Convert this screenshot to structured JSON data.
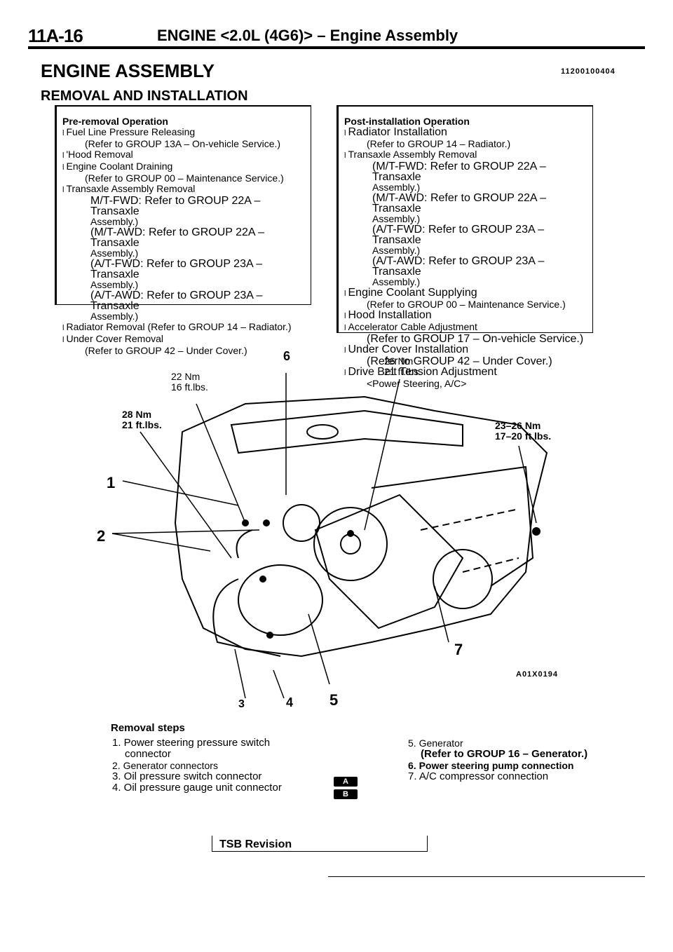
{
  "header": {
    "code": "11A-16",
    "title": "ENGINE <2.0L (4G6)> – Engine Assembly"
  },
  "section": {
    "title": "ENGINE ASSEMBLY",
    "code": "11200100404",
    "subtitle": "REMOVAL AND INSTALLATION"
  },
  "pre_removal": {
    "heading_bold": "Pre-removal",
    "heading_rest": " Operation",
    "lines": [
      {
        "text": "Fuel Line Pressure Releasing",
        "lvl": "b"
      },
      {
        "text": "(Refer to GROUP 13A – On-vehicle Service.)",
        "lvl": "i"
      },
      {
        "text": "'Hood Removal",
        "lvl": "b"
      },
      {
        "text": "Engine Coolant Draining",
        "lvl": "b"
      },
      {
        "text": "(Refer to GROUP 00 – Maintenance Service.)",
        "lvl": "i"
      },
      {
        "text": "Transaxle Assembly Removal",
        "lvl": "b"
      },
      {
        "text": "M/T-FWD: Refer to GROUP 22A – Transaxle",
        "lvl": "s",
        "big": true
      },
      {
        "text": "Assembly.)",
        "lvl": "s"
      },
      {
        "text": "(M/T-AWD: Refer to GROUP 22A – Transaxle",
        "lvl": "s",
        "big": true
      },
      {
        "text": "Assembly.)",
        "lvl": "s"
      },
      {
        "text": "(A/T-FWD: Refer to GROUP 23A – Transaxle",
        "lvl": "s",
        "big": true
      },
      {
        "text": "Assembly.)",
        "lvl": "s"
      },
      {
        "text": "(A/T-AWD: Refer to GROUP 23A – Transaxle",
        "lvl": "s",
        "big": true
      },
      {
        "text": "Assembly.)",
        "lvl": "s"
      },
      {
        "text": "Radiator Removal (Refer to GROUP 14 – Radiator.)",
        "lvl": "b"
      },
      {
        "text": "Under Cover Removal",
        "lvl": "b"
      },
      {
        "text": "(Refer to GROUP 42 – Under Cover.)",
        "lvl": "i"
      }
    ]
  },
  "post_installation": {
    "heading_bold": "Post-installation",
    "heading_rest": " Operation",
    "lines": [
      {
        "text": "Radiator Installation",
        "lvl": "b",
        "big": true
      },
      {
        "text": "(Refer to GROUP 14 – Radiator.)",
        "lvl": "i"
      },
      {
        "text": "Transaxle Assembly Removal",
        "lvl": "b"
      },
      {
        "text": "(M/T-FWD: Refer to GROUP 22A – Transaxle",
        "lvl": "s",
        "big": true
      },
      {
        "text": "Assembly.)",
        "lvl": "s"
      },
      {
        "text": "(M/T-AWD: Refer to GROUP 22A – Transaxle",
        "lvl": "s",
        "big": true
      },
      {
        "text": "Assembly.)",
        "lvl": "s"
      },
      {
        "text": "(A/T-FWD: Refer to GROUP 23A – Transaxle",
        "lvl": "s",
        "big": true
      },
      {
        "text": "Assembly.)",
        "lvl": "s"
      },
      {
        "text": "(A/T-AWD: Refer to GROUP 23A – Transaxle",
        "lvl": "s",
        "big": true
      },
      {
        "text": "Assembly.)",
        "lvl": "s"
      },
      {
        "text": "Engine Coolant Supplying",
        "lvl": "b",
        "big": true
      },
      {
        "text": "(Refer to GROUP 00 – Maintenance Service.)",
        "lvl": "i"
      },
      {
        "text": "Hood Installation",
        "lvl": "b",
        "big": true
      },
      {
        "text": "Accelerator Cable Adjustment",
        "lvl": "b"
      },
      {
        "text": "(Refer to GROUP 17 – On-vehicle Service.)",
        "lvl": "i",
        "big": true
      },
      {
        "text": "Under Cover Installation",
        "lvl": "b",
        "big": true
      },
      {
        "text": "(Refer to GROUP 42 – Under Cover.)",
        "lvl": "i",
        "big": true
      },
      {
        "text": "Drive Belt Tension Adjustment",
        "lvl": "b",
        "big": true
      },
      {
        "text": "<Power Steering, A/C>",
        "lvl": "i"
      }
    ]
  },
  "diagram": {
    "callouts": [
      "1",
      "2",
      "3",
      "4",
      "5",
      "6",
      "7"
    ],
    "torques": [
      {
        "nm": "22 Nm",
        "ft": "16 ft.lbs."
      },
      {
        "nm": "28 Nm",
        "ft": "21 ft.lbs."
      },
      {
        "nm": "26 Nm",
        "ft": "21 ft.lbs."
      },
      {
        "nm": "23–26 Nm",
        "ft": "17–20 ft.lbs."
      }
    ],
    "figure_id": "A01X0194"
  },
  "removal_steps": {
    "title": "Removal steps",
    "left": [
      "1. Power steering pressure switch",
      "connector",
      "2.  Generator connectors",
      "3. Oil pressure switch connector",
      "4. Oil pressure gauge unit connector"
    ],
    "badges": [
      "A",
      "B"
    ],
    "right": [
      "5.  Generator",
      "(Refer to GROUP 16 – Generator.)",
      "6. Power steering pump connection",
      "7. A/C compressor connection"
    ]
  },
  "footer": {
    "tsb": "TSB Revision"
  }
}
